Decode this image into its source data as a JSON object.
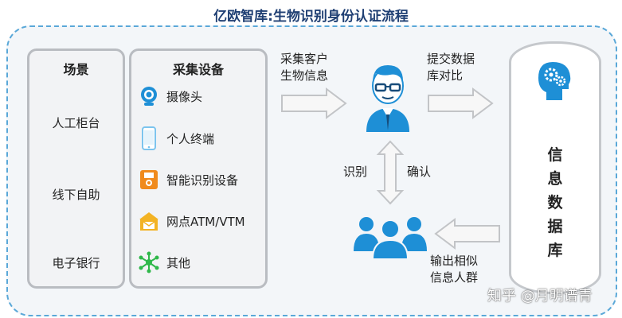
{
  "title": "亿欧智库:生物识别身份认证流程",
  "scenes": {
    "heading": "场景",
    "items": [
      "人工柜台",
      "线下自助",
      "电子银行"
    ]
  },
  "equipment": {
    "heading": "采集设备",
    "items": [
      {
        "label": "摄像头",
        "icon": "camera-icon"
      },
      {
        "label": "个人终端",
        "icon": "phone-icon"
      },
      {
        "label": "智能识别设备",
        "icon": "smart-device-icon"
      },
      {
        "label": "网点ATM/VTM",
        "icon": "atm-icon"
      },
      {
        "label": "其他",
        "icon": "network-icon"
      }
    ]
  },
  "flow": {
    "collect_label": [
      "采集客户",
      "生物信息"
    ],
    "submit_label": [
      "提交数据",
      "库对比"
    ],
    "identify_label": "识别",
    "confirm_label": "确认",
    "output_label": [
      "输出相似",
      "信息人群"
    ]
  },
  "database": {
    "label": [
      "信",
      "息",
      "数",
      "据",
      "库"
    ]
  },
  "watermark": "知乎 @月明谱青",
  "colors": {
    "accent": "#1e8fd6",
    "title": "#1f3f73",
    "orange": "#f08a1c",
    "green": "#2fb84a",
    "yellow": "#f3b324"
  }
}
